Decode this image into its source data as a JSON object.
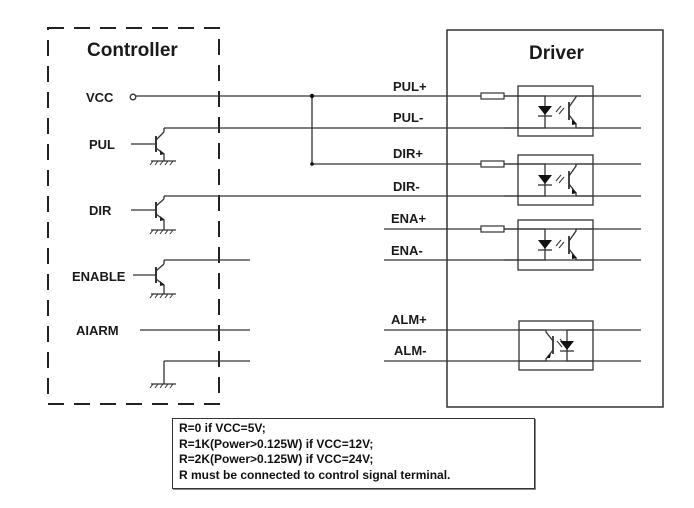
{
  "controller": {
    "title": "Controller",
    "signals": {
      "vcc": "VCC",
      "pul": "PUL",
      "dir": "DIR",
      "enable": "ENABLE",
      "alarm": "AIARM"
    }
  },
  "driver": {
    "title": "Driver",
    "terminals": {
      "pul_plus": "PUL+",
      "pul_minus": "PUL-",
      "dir_plus": "DIR+",
      "dir_minus": "DIR-",
      "ena_plus": "ENA+",
      "ena_minus": "ENA-",
      "alm_plus": "ALM+",
      "alm_minus": "ALM-"
    }
  },
  "note": {
    "lines": [
      "R=0 if VCC=5V;",
      "R=1K(Power>0.125W) if VCC=12V;",
      "R=2K(Power>0.125W) if VCC=24V;",
      "R must be connected to control signal terminal."
    ]
  },
  "colors": {
    "wire": "#333333",
    "border": "#222222"
  }
}
